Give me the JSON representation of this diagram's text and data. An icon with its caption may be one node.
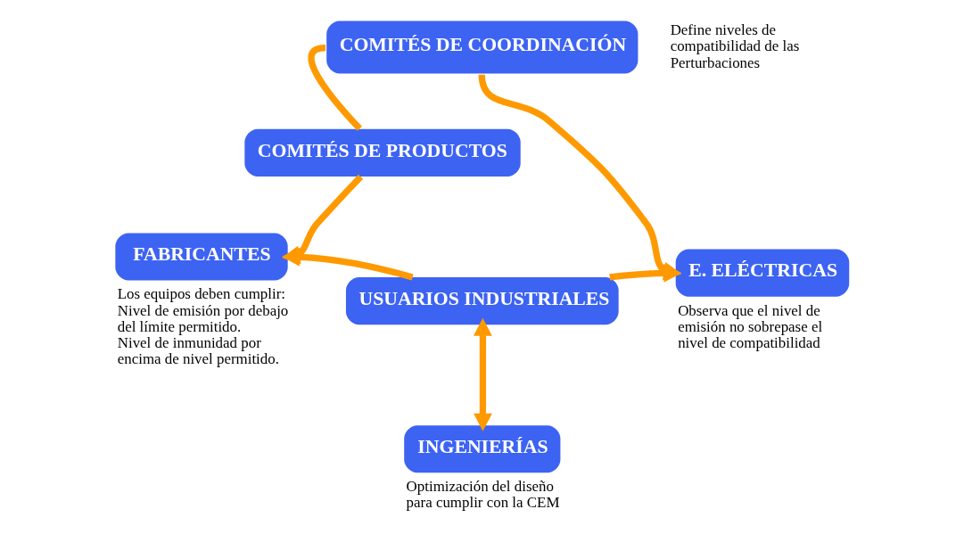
{
  "diagram": {
    "nodes": [
      {
        "text": [
          "COMITÉS DE COORDINACIÓN"
        ],
        "beside": [
          "Define niveles de compatibilidad de las Perturbaciones"
        ]
      },
      {
        "text": [
          "COMITÉS DE PRODUCTOS"
        ]
      },
      {
        "text": [
          "FABRICANTES"
        ],
        "beside": [
          "Los equipos deben cumplir:",
          "Nivel de emisión por debajo del límite permitido.",
          "Nivel de inmunidad por encima de nivel permitido."
        ]
      },
      {
        "text": [
          "USUARIOS INDUSTRIALES"
        ]
      },
      {
        "text": [
          "E. ELÉCTRICAS"
        ],
        "beside": [
          "Observa que el nivel de emisión no sobrepase el nivel de compatibilidad"
        ]
      },
      {
        "text": [
          "INGENIERÍAS"
        ],
        "beside": [
          "Optimización del diseño para cumplir con la CEM"
        ]
      }
    ],
    "edges": [
      {
        "from": 0,
        "to": 1,
        "arrow": "none"
      },
      {
        "from": 1,
        "to": 2,
        "arrow": "to"
      },
      {
        "from": 0,
        "to": 4,
        "arrow": "to"
      },
      {
        "from": 3,
        "to": 2,
        "arrow": "to"
      },
      {
        "from": 3,
        "to": 4,
        "arrow": "to"
      },
      {
        "from": 3,
        "to": 5,
        "arrow": "both"
      }
    ]
  }
}
